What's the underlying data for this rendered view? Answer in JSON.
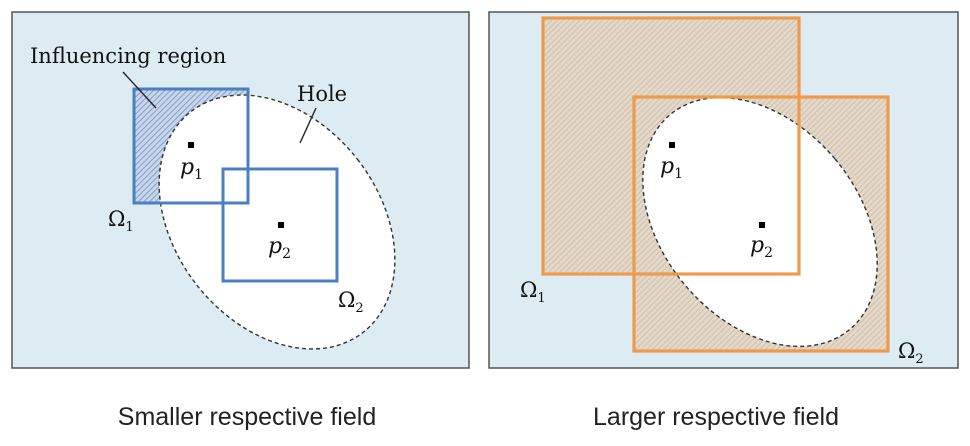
{
  "left_panel": {
    "callout_label": "Influencing region",
    "hole_label": "Hole",
    "point1": {
      "symbol": "p",
      "subscript": "1"
    },
    "point2": {
      "symbol": "p",
      "subscript": "2"
    },
    "region1": {
      "symbol": "Ω",
      "subscript": "1"
    },
    "region2": {
      "symbol": "Ω",
      "subscript": "2"
    },
    "caption": "Smaller respective field"
  },
  "right_panel": {
    "point1": {
      "symbol": "p",
      "subscript": "1"
    },
    "point2": {
      "symbol": "p",
      "subscript": "2"
    },
    "region1": {
      "symbol": "Ω",
      "subscript": "1"
    },
    "region2": {
      "symbol": "Ω",
      "subscript": "2"
    },
    "caption": "Larger respective field"
  },
  "colors": {
    "background": "#ddecf2",
    "hole_fill": "#ffffff",
    "small_field": "#4a7fc1",
    "large_field": "#ee9a4a",
    "large_overlap_fill": "#d9ccba"
  }
}
